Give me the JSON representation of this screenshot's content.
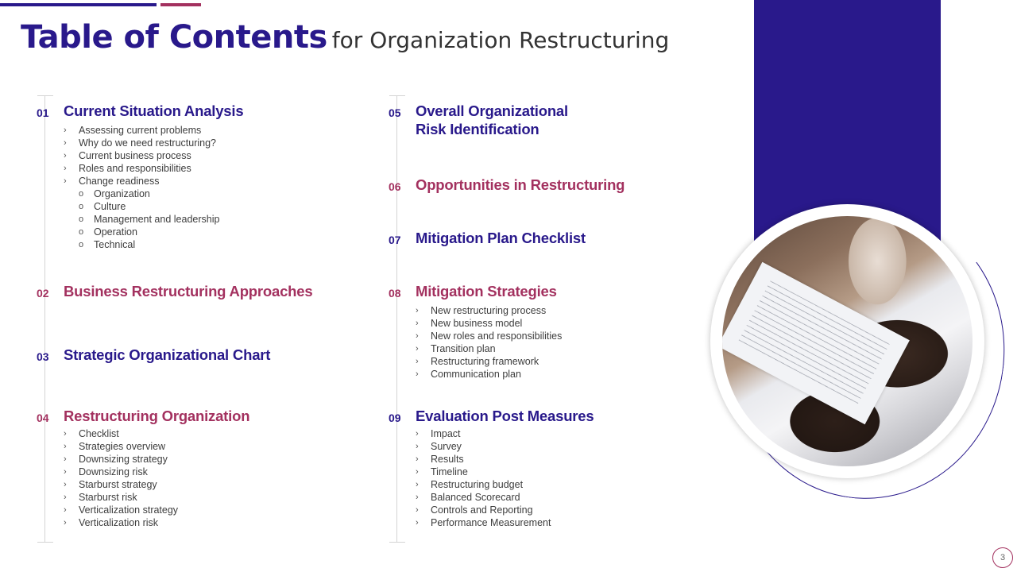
{
  "title": {
    "main": "Table of Contents",
    "sub": "for Organization Restructuring"
  },
  "colors": {
    "navy": "#29198b",
    "plum": "#a3315f"
  },
  "sections": [
    {
      "num": "01",
      "heading": "Current Situation Analysis",
      "color": "navy",
      "items": [
        {
          "bullet": "›",
          "label": "Assessing current problems"
        },
        {
          "bullet": "›",
          "label": "Why do we need restructuring?"
        },
        {
          "bullet": "›",
          "label": "Current business process"
        },
        {
          "bullet": "›",
          "label": "Roles and responsibilities"
        },
        {
          "bullet": "›",
          "label": "Change readiness"
        },
        {
          "bullet": "o",
          "label": "Organization",
          "sub": true
        },
        {
          "bullet": "o",
          "label": "Culture",
          "sub": true
        },
        {
          "bullet": "o",
          "label": "Management and leadership",
          "sub": true
        },
        {
          "bullet": "o",
          "label": "Operation",
          "sub": true
        },
        {
          "bullet": "o",
          "label": "Technical",
          "sub": true
        }
      ]
    },
    {
      "num": "02",
      "heading": "Business Restructuring Approaches",
      "color": "plum",
      "items": []
    },
    {
      "num": "03",
      "heading": "Strategic Organizational Chart",
      "color": "navy",
      "items": []
    },
    {
      "num": "04",
      "heading": "Restructuring Organization",
      "color": "plum",
      "items": [
        {
          "bullet": "›",
          "label": "Checklist"
        },
        {
          "bullet": "›",
          "label": "Strategies overview"
        },
        {
          "bullet": "›",
          "label": "Downsizing strategy"
        },
        {
          "bullet": "›",
          "label": "Downsizing risk"
        },
        {
          "bullet": "›",
          "label": "Starburst strategy"
        },
        {
          "bullet": "›",
          "label": "Starburst risk"
        },
        {
          "bullet": "›",
          "label": "Verticalization strategy"
        },
        {
          "bullet": "›",
          "label": "Verticalization risk"
        }
      ]
    },
    {
      "num": "05",
      "heading": "Overall Organizational",
      "heading_line2": "Risk Identification",
      "color": "navy",
      "items": []
    },
    {
      "num": "06",
      "heading": "Opportunities in Restructuring",
      "color": "plum",
      "items": []
    },
    {
      "num": "07",
      "heading": "Mitigation Plan Checklist",
      "color": "navy",
      "items": []
    },
    {
      "num": "08",
      "heading": "Mitigation Strategies",
      "color": "plum",
      "items": [
        {
          "bullet": "›",
          "label": "New restructuring process"
        },
        {
          "bullet": "›",
          "label": "New business model"
        },
        {
          "bullet": "›",
          "label": "New roles and responsibilities"
        },
        {
          "bullet": "›",
          "label": "Transition plan"
        },
        {
          "bullet": "›",
          "label": "Restructuring framework"
        },
        {
          "bullet": "›",
          "label": "Communication plan"
        }
      ]
    },
    {
      "num": "09",
      "heading": "Evaluation Post Measures",
      "color": "navy",
      "items": [
        {
          "bullet": "›",
          "label": "Impact"
        },
        {
          "bullet": "›",
          "label": "Survey"
        },
        {
          "bullet": "›",
          "label": "Results"
        },
        {
          "bullet": "›",
          "label": "Timeline"
        },
        {
          "bullet": "›",
          "label": "Restructuring budget"
        },
        {
          "bullet": "›",
          "label": "Balanced Scorecard"
        },
        {
          "bullet": "›",
          "label": "Controls and Reporting"
        },
        {
          "bullet": "›",
          "label": "Performance Measurement"
        }
      ]
    }
  ],
  "image": {
    "icon": "business-meeting-photo",
    "alt": "Hands pointing at a document during a meeting"
  },
  "page_number": "3"
}
